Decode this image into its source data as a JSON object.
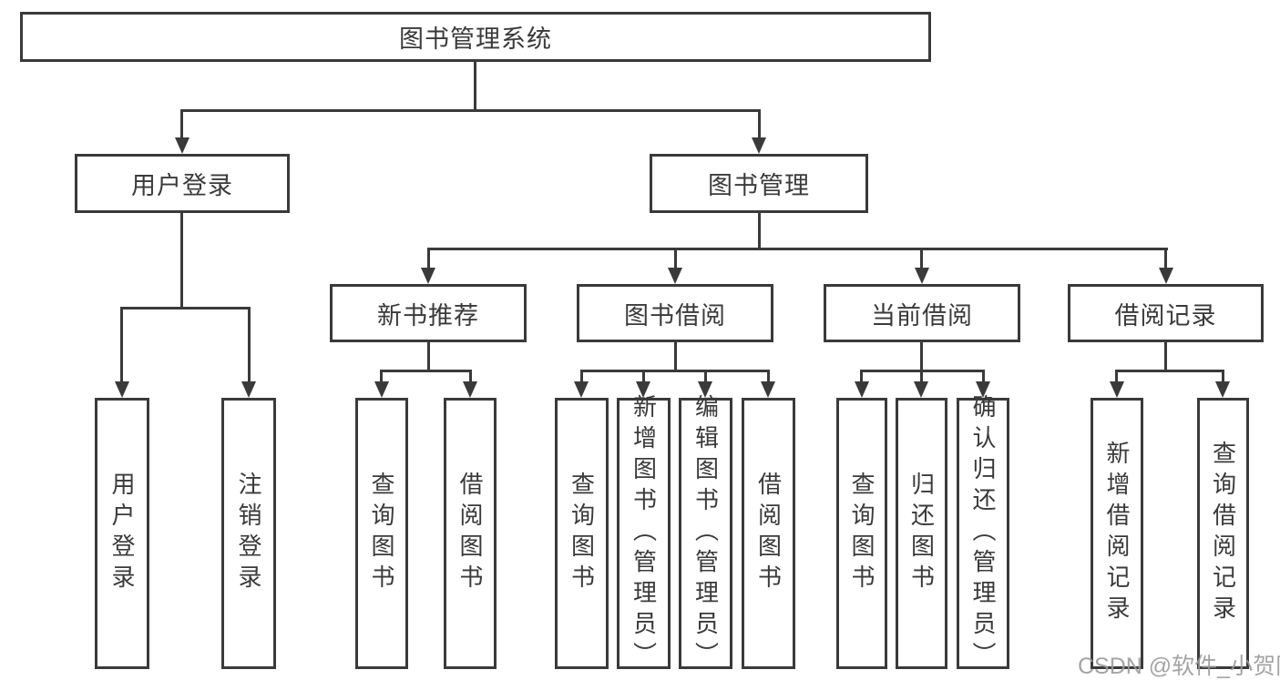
{
  "diagram_title": "图书管理系统",
  "tree": {
    "label": "图书管理系统",
    "children": [
      {
        "label": "用户登录",
        "children": [
          {
            "label": "用户登录"
          },
          {
            "label": "注销登录"
          }
        ]
      },
      {
        "label": "图书管理",
        "children": [
          {
            "label": "新书推荐",
            "children": [
              {
                "label": "查询图书"
              },
              {
                "label": "借阅图书"
              }
            ]
          },
          {
            "label": "图书借阅",
            "children": [
              {
                "label": "查询图书"
              },
              {
                "label": "新增图书（管理员）"
              },
              {
                "label": "编辑图书（管理员）"
              },
              {
                "label": "借阅图书"
              }
            ]
          },
          {
            "label": "当前借阅",
            "children": [
              {
                "label": "查询图书"
              },
              {
                "label": "归还图书"
              },
              {
                "label": "确认归还（管理员）"
              }
            ]
          },
          {
            "label": "借阅记录",
            "children": [
              {
                "label": "新增借阅记录"
              },
              {
                "label": "查询借阅记录"
              }
            ]
          }
        ]
      }
    ]
  },
  "watermark": "CSDN @软件_小贺同学",
  "colors": {
    "line": "#3a3a3a",
    "box_border": "#3a3a3a",
    "box_background": "#ffffff",
    "text": "#3a3a3a",
    "watermark": "#9b9b9b"
  }
}
